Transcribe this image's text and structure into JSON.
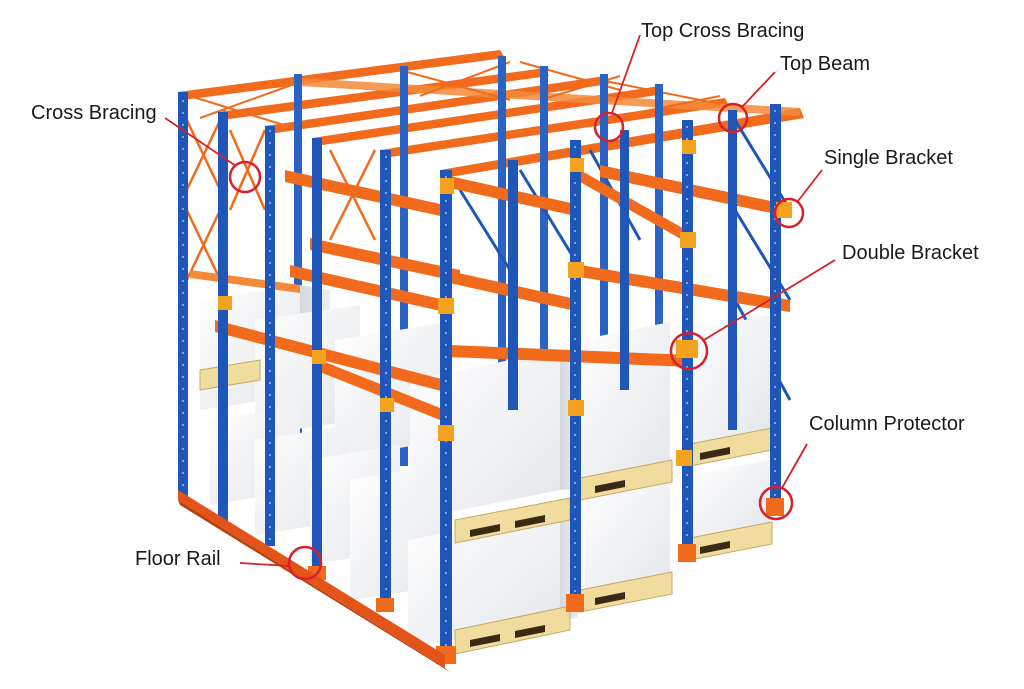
{
  "labels": {
    "top_cross_bracing": "Top Cross Bracing",
    "top_beam": "Top Beam",
    "cross_bracing": "Cross Bracing",
    "single_bracket": "Single Bracket",
    "double_bracket": "Double Bracket",
    "column_protector": "Column Protector",
    "floor_rail": "Floor Rail"
  },
  "colors": {
    "column_blue": "#1f56b8",
    "beam_orange": "#f26b1d",
    "bracket_orange": "#f5a21f",
    "callout_red": "#d9202a",
    "pallet_wood": "#f1dca0",
    "load_white": "#eef0f2"
  }
}
